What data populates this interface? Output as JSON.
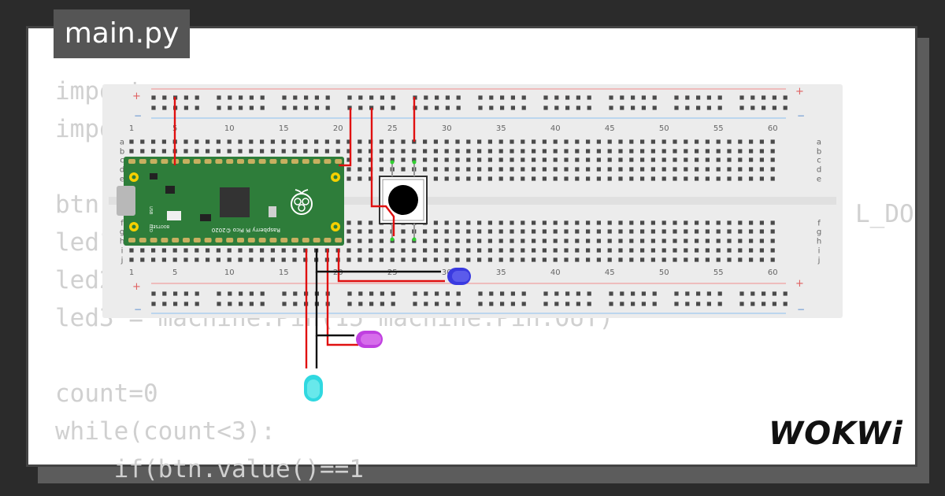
{
  "tab": {
    "title": "main.py"
  },
  "code": {
    "lines": [
      "import",
      "import",
      "",
      "btn",
      "led1",
      "led2",
      "led3 = machine.Pin(15 machine.Pin.OUT)",
      "",
      "count=0",
      "while(count<3):",
      "    if(btn.value()==1"
    ],
    "right_fragment": "L_DO"
  },
  "breadboard": {
    "column_labels": [
      "1",
      "5",
      "10",
      "15",
      "20",
      "25",
      "30",
      "35",
      "40",
      "45",
      "50",
      "55",
      "60"
    ],
    "row_labels_top": [
      "a",
      "b",
      "c",
      "d",
      "e"
    ],
    "row_labels_bottom": [
      "f",
      "g",
      "h",
      "i",
      "j"
    ],
    "rail_plus": "+",
    "rail_minus": "−"
  },
  "pico": {
    "label": "Raspberry Pi Pico ©2020",
    "usb": "USB",
    "bootsel": "BOOTSEL",
    "led": "LED"
  },
  "colors": {
    "pcb": "#2e7d3a",
    "wire_red": "#e01010",
    "wire_black": "#111111",
    "led_blue": "#3a3ae0",
    "led_purple": "#c040e0",
    "led_cyan": "#30d8e0"
  },
  "brand": {
    "logo": "WOKWi"
  }
}
